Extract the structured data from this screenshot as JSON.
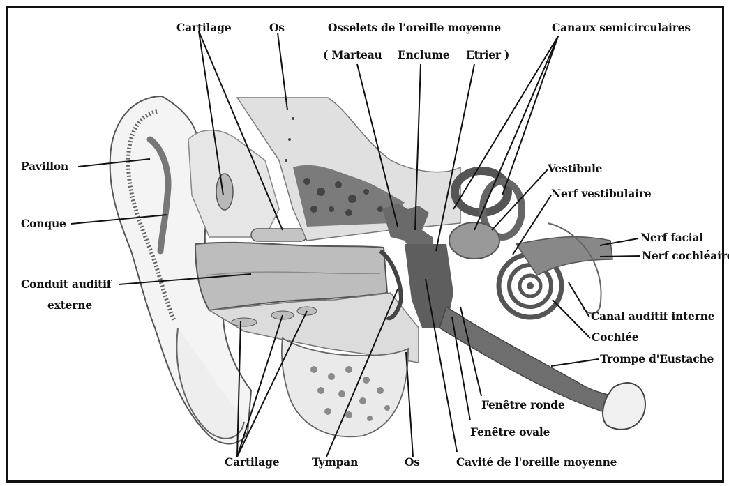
{
  "labels": {
    "cartilage_top": "Cartilage",
    "os_top": "Os",
    "osselets_title": "Osselets de l'oreille moyenne",
    "marteau": "( Marteau",
    "enclume": "Enclume",
    "etrier": "Etrier )",
    "canaux": "Canaux semicirculaires",
    "pavillon": "Pavillon",
    "conque": "Conque",
    "conduit_line1": "Conduit auditif",
    "conduit_line2": "externe",
    "vestibule": "Vestibule",
    "nerf_vestibulaire": "Nerf vestibulaire",
    "nerf_facial": "Nerf facial",
    "nerf_cochleaire": "Nerf cochléaire",
    "canal_interne": "Canal auditif interne",
    "cochlee": "Cochlée",
    "trompe": "Trompe d'Eustache",
    "fenetre_ronde": "Fenêtre ronde",
    "fenetre_ovale": "Fenêtre ovale",
    "cartilage_bottom": "Cartilage",
    "tympan": "Tympan",
    "os_bottom": "Os",
    "cavite": "Cavité de l'oreille moyenne"
  },
  "colors": {
    "ink": "#111111",
    "gray": "#7a7a7a",
    "dark": "#555555",
    "light": "#d6d6d6"
  }
}
